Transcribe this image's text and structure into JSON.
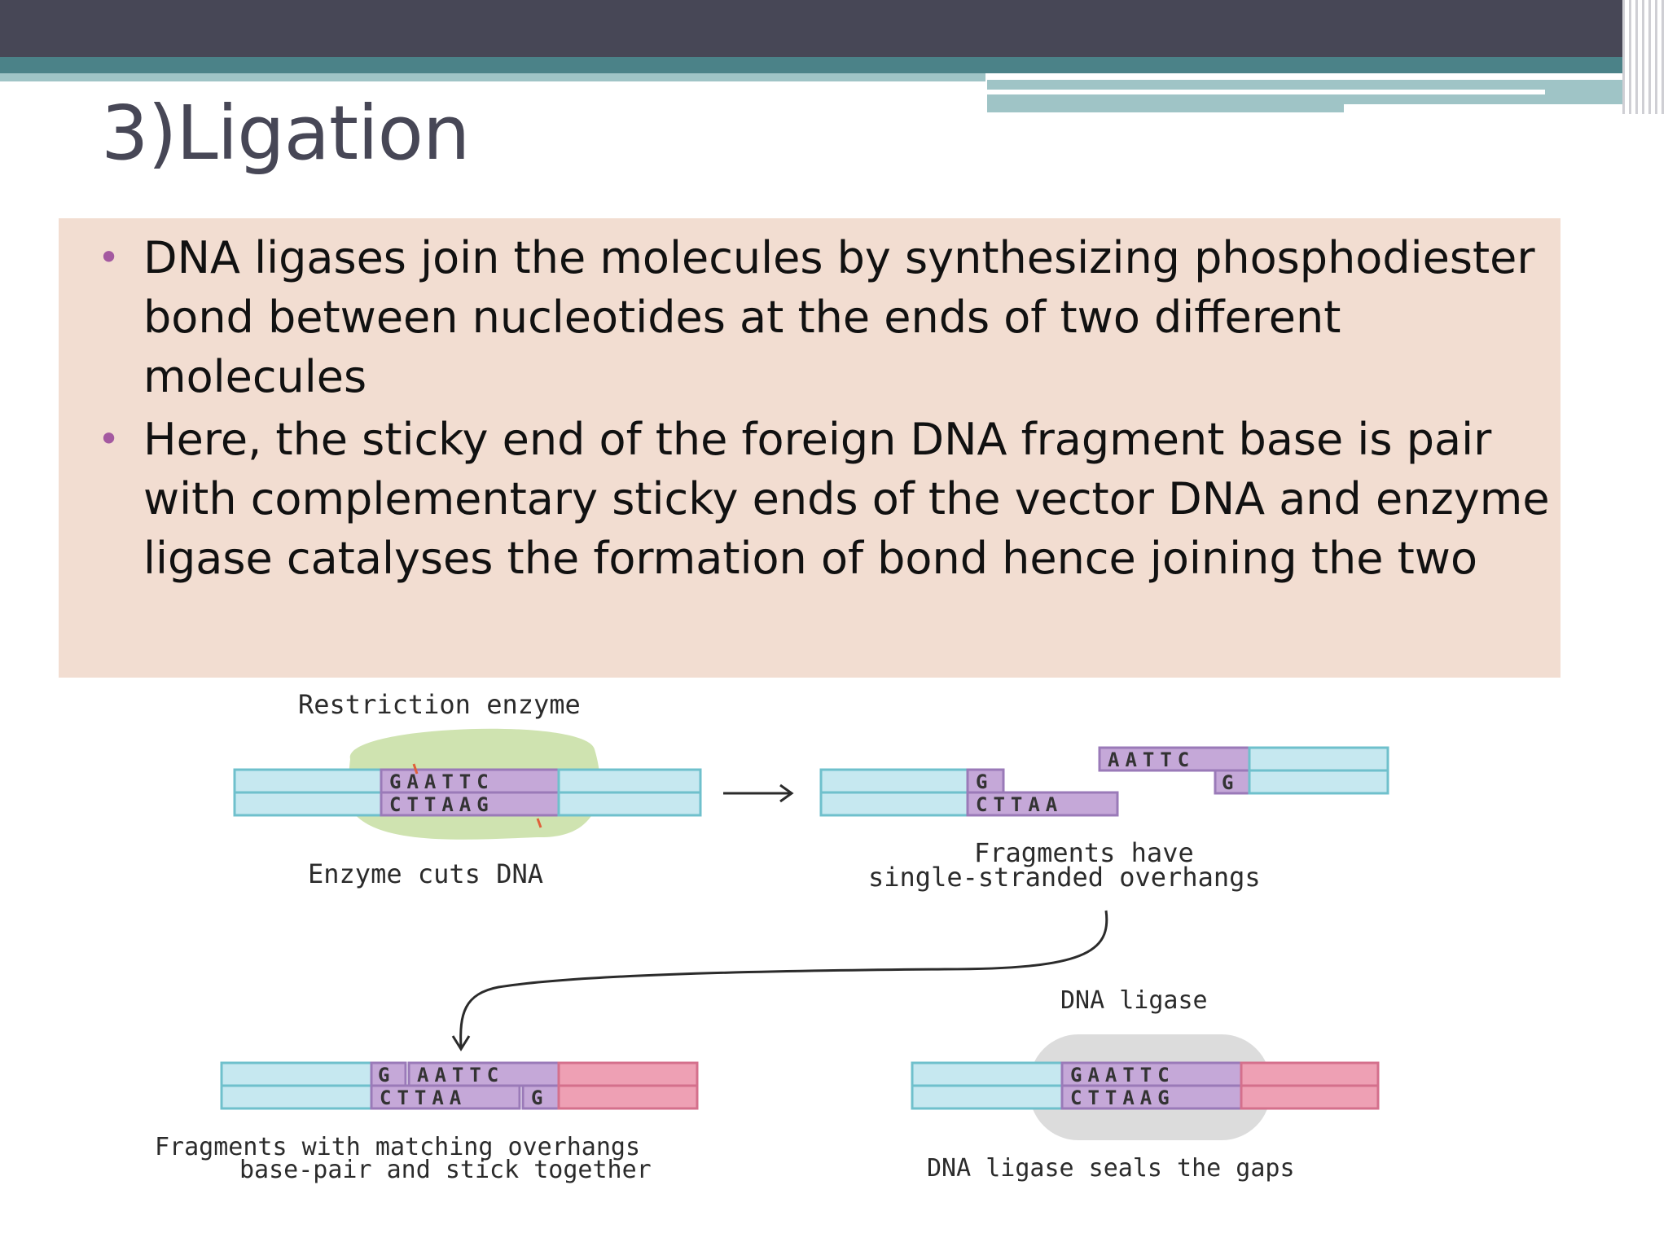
{
  "slide": {
    "title": "3)Ligation",
    "bullets": [
      "DNA ligases join the molecules by synthesizing phosphodiester bond  between nucleotides at the ends of two different molecules",
      "Here, the sticky end of the foreign DNA fragment base is pair with complementary sticky ends of the vector DNA and enzyme  ligase catalyses the formation of bond hence joining the two"
    ]
  },
  "diagram": {
    "restriction_enzyme_label": "Restriction enzyme",
    "cut_label": "Enzyme cuts DNA",
    "overhangs_label_1": "Fragments have",
    "overhangs_label_2": "single-stranded overhangs",
    "ligase_label": "DNA ligase",
    "pair_label_1": "Fragments with matching overhangs",
    "pair_label_2": "base-pair and stick together",
    "seal_label": "DNA ligase seals the gaps",
    "seq_top": "GAATTC",
    "seq_bottom": "CTTAAG",
    "frag_left_top": "G",
    "frag_left_bottom": "CTTAA",
    "frag_right_top": "AATTC",
    "frag_right_bottom": "G",
    "paired_top_left": "G",
    "paired_top_right": "AATTC",
    "paired_bottom_left": "CTTAA",
    "paired_bottom_right": "G"
  },
  "colors": {
    "dna_blue": "#c6e8f0",
    "dna_pink": "#eea0b4",
    "site_purple": "#c5a8d8",
    "enzyme_green": "#cfe3b0",
    "ligase_gray": "#dcdcdc"
  }
}
